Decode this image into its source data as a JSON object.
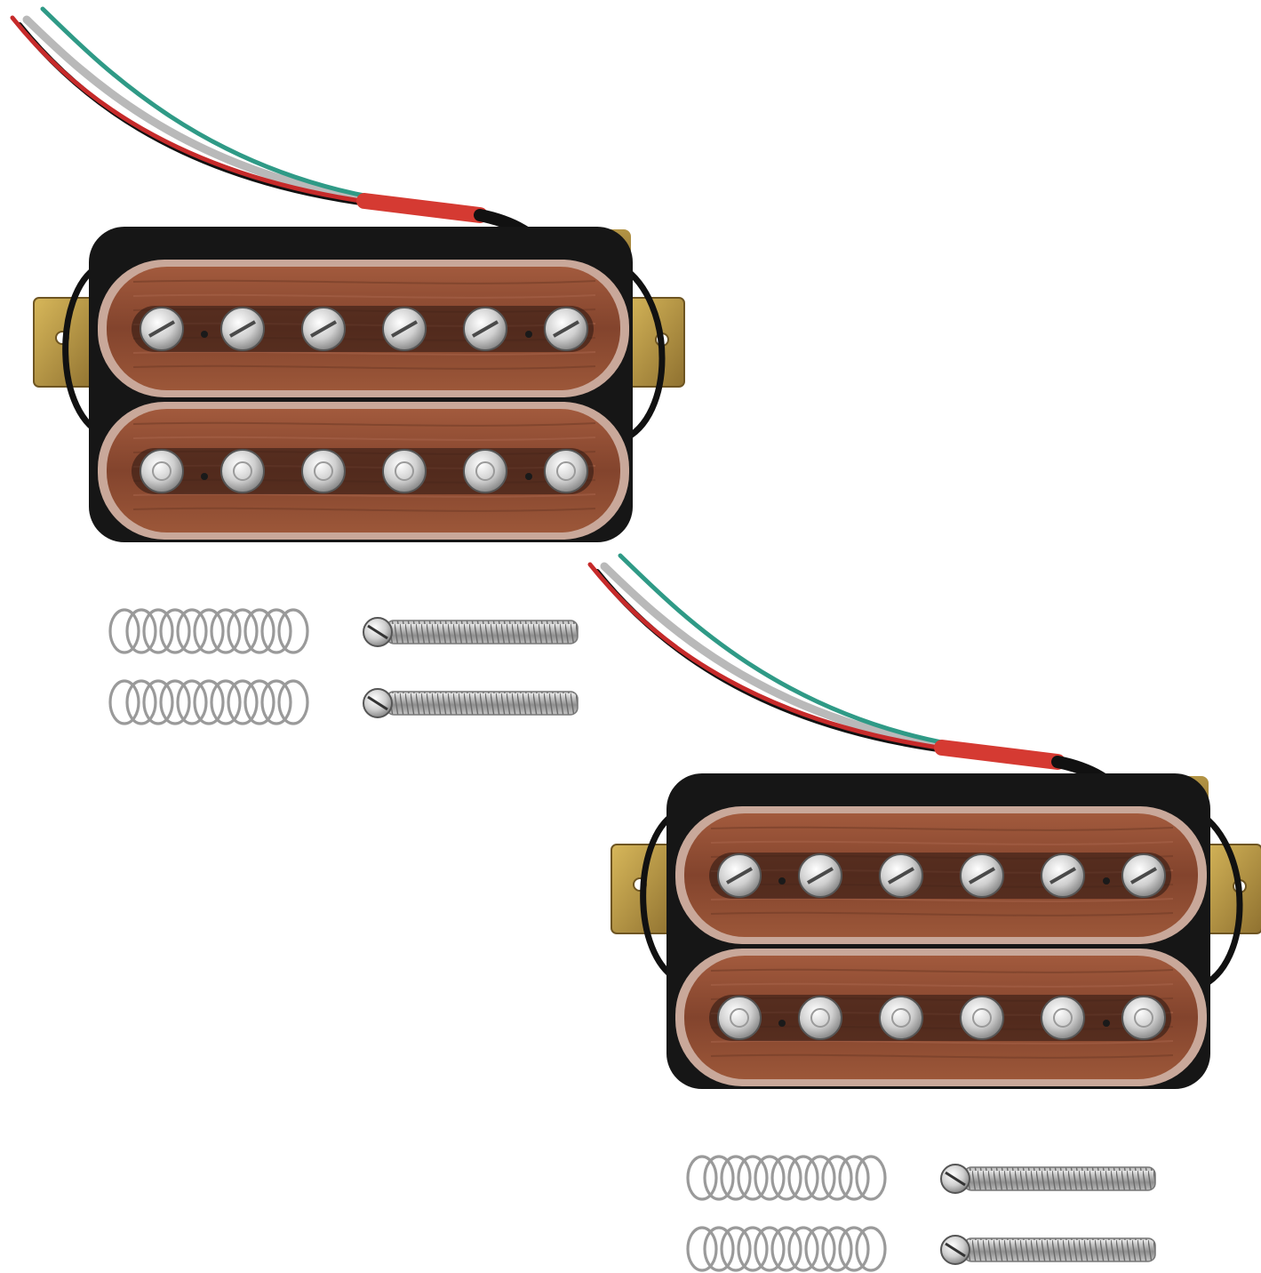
{
  "scene": {
    "background": "#ffffff",
    "pickup_count": 2,
    "springs_per_pickup": 2,
    "screws_per_pickup": 2,
    "pole_pieces_per_coil": 6
  },
  "colors": {
    "coil_wood": "#8a4a32",
    "coil_wood_light": "#a8644a",
    "coil_rim": "#c9a89a",
    "frame_black": "#161616",
    "baseplate_brass": "#b8973e",
    "pole_silver": "#d5d5d5",
    "wire_red": "#c62a2a",
    "wire_green": "#2f9a86",
    "wire_black": "#111111",
    "wire_shield": "#b9b9b9",
    "sleeve_red": "#d53a32",
    "metal": "#9a9a9a"
  }
}
